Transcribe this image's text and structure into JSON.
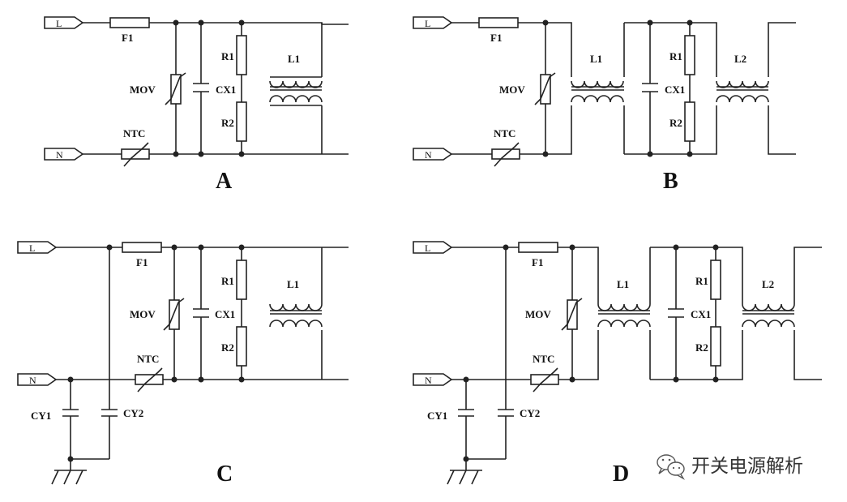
{
  "colors": {
    "line": "#222222",
    "background": "#ffffff",
    "watermark": "#333333"
  },
  "ports": {
    "line": "L",
    "neutral": "N"
  },
  "labels": {
    "fuse": "F1",
    "varistor": "MOV",
    "thermistor": "NTC",
    "capacitor_x": "CX1",
    "resistor_1": "R1",
    "resistor_2": "R2",
    "inductor_1": "L1",
    "inductor_2": "L2",
    "capacitor_y1": "CY1",
    "capacitor_y2": "CY2"
  },
  "panels": {
    "a": {
      "letter": "A"
    },
    "b": {
      "letter": "B"
    },
    "c": {
      "letter": "C"
    },
    "d": {
      "letter": "D"
    }
  },
  "watermark": {
    "text": "开关电源解析",
    "icon": "wechat-icon"
  }
}
